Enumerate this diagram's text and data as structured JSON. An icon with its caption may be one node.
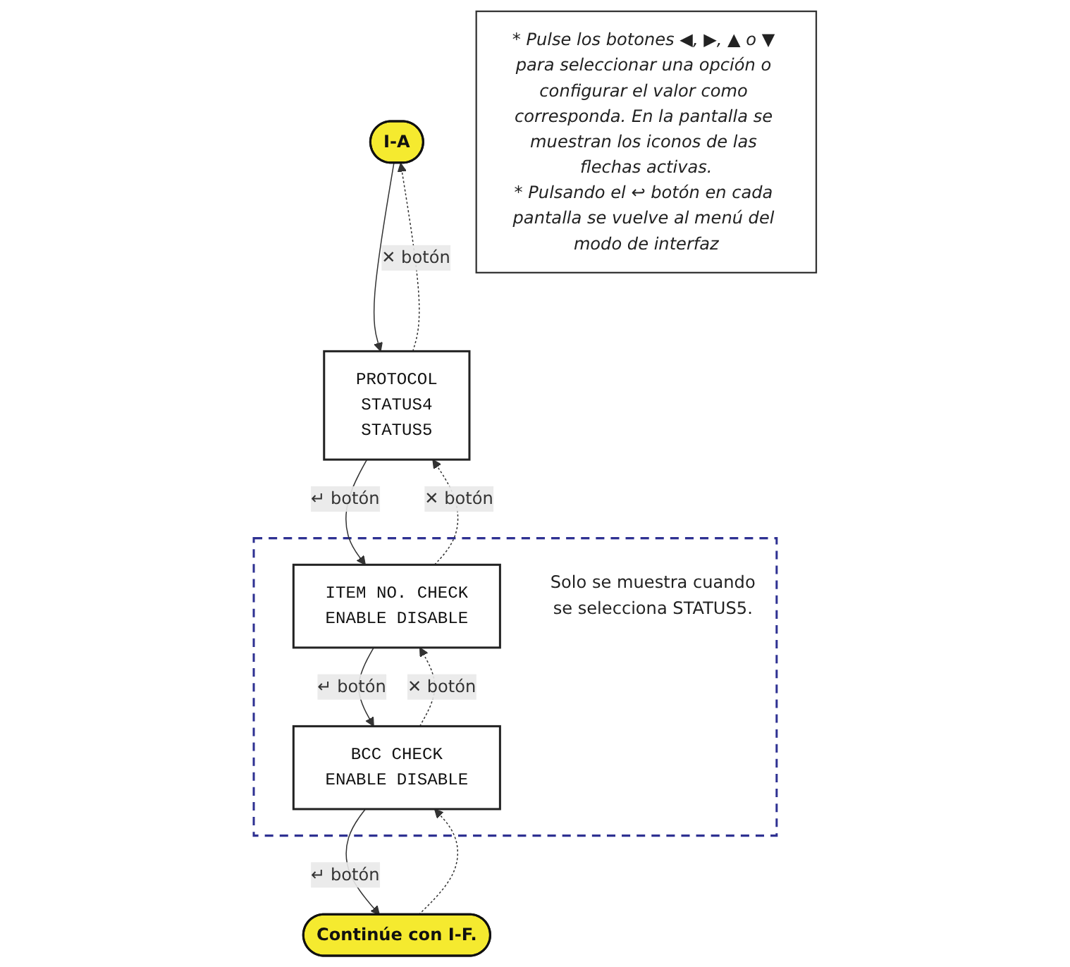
{
  "diagram": {
    "nodes": [
      {
        "text": [
          "I-A"
        ]
      },
      {
        "text": [
          "PROTOCOL",
          "STATUS4",
          "STATUS5"
        ]
      },
      {
        "text": [
          "Solo se muestra cuando se selecciona STATUS5."
        ]
      },
      {
        "text": [
          "ITEM NO. CHECK",
          "ENABLE DISABLE"
        ],
        "in": 2
      },
      {
        "text": [
          "BCC CHECK",
          "ENABLE DISABLE"
        ],
        "in": 2
      },
      {
        "text": [
          "Continúe con I-F."
        ]
      },
      {
        "text": [
          "* Pulse los botones ◀, ▶, ▲ o ▼ para seleccionar una opción o configurar el valor como corresponda. En la pantalla se muestran los iconos de las flechas activas.",
          "* Pulsando el ↩ botón en cada pantalla se vuelve al menú del modo de interfaz"
        ]
      }
    ],
    "edges": [
      {
        "from": 0,
        "to": 1,
        "arrow": "to"
      },
      {
        "from": 1,
        "to": 0,
        "arrow": "to",
        "label": "✕ botón",
        "style": "dashed"
      },
      {
        "from": 1,
        "to": 3,
        "arrow": "to",
        "label": "↵ botón"
      },
      {
        "from": 3,
        "to": 1,
        "arrow": "to",
        "label": "✕ botón",
        "style": "dashed"
      },
      {
        "from": 3,
        "to": 4,
        "arrow": "to",
        "label": "↵ botón"
      },
      {
        "from": 4,
        "to": 3,
        "arrow": "to",
        "label": "✕ botón",
        "style": "dashed"
      },
      {
        "from": 4,
        "to": 5,
        "arrow": "to",
        "label": "↵ botón"
      },
      {
        "from": 5,
        "to": 4,
        "arrow": "to",
        "style": "dashed"
      }
    ]
  }
}
